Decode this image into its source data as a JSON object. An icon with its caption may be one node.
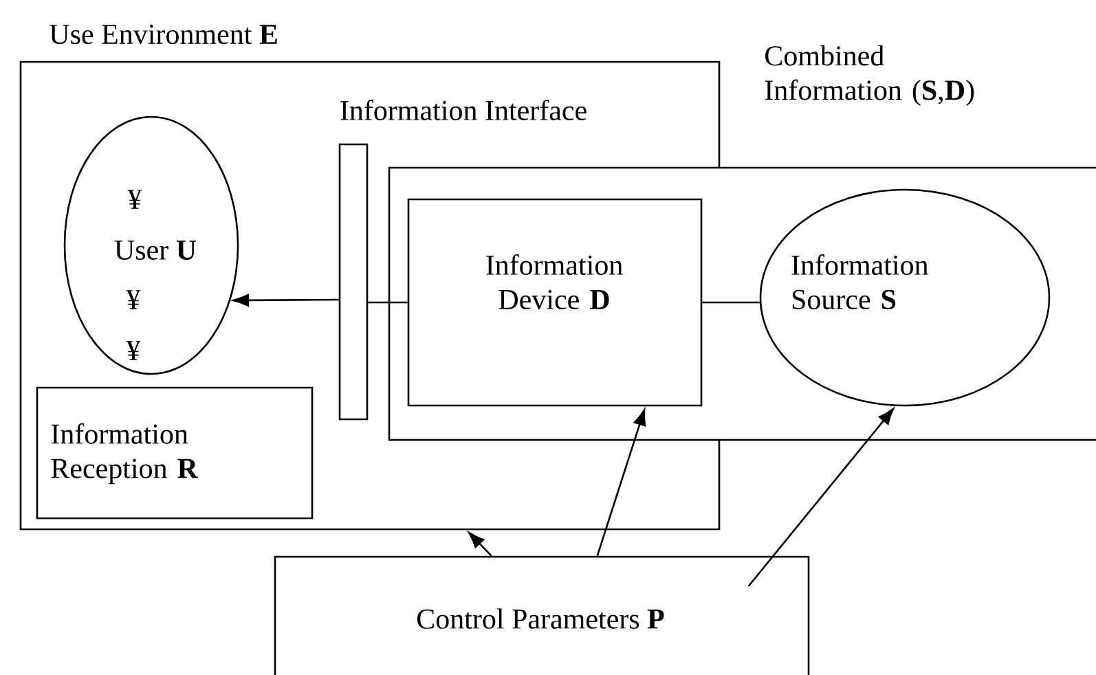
{
  "diagram": {
    "nodes": [
      {
        "text": [
          "Use Environment **E**"
        ]
      },
      {
        "text": [
          "Combined Information (**S**,**D**)"
        ]
      },
      {
        "text": [
          "Information Interface"
        ],
        "in": 0
      },
      {
        "text": [
          "¥",
          "User **U**",
          "¥",
          "¥"
        ],
        "in": 0
      },
      {
        "text": [
          "Information Reception **R**"
        ],
        "in": 0
      },
      {
        "text": [
          "Information Device **D**"
        ]
      },
      {
        "text": [
          "Information Source **S**"
        ],
        "in": 1
      },
      {
        "text": [
          "Control Parameters **P**"
        ]
      }
    ],
    "edges": [
      {
        "from": 5,
        "to": 2,
        "arrow": "none"
      },
      {
        "from": 2,
        "to": 3,
        "arrow": "to"
      },
      {
        "from": 5,
        "to": 6,
        "arrow": "none"
      },
      {
        "from": 7,
        "to": 0,
        "arrow": "to"
      },
      {
        "from": 7,
        "to": 5,
        "arrow": "to"
      },
      {
        "from": 7,
        "to": 6,
        "arrow": "to"
      }
    ]
  }
}
